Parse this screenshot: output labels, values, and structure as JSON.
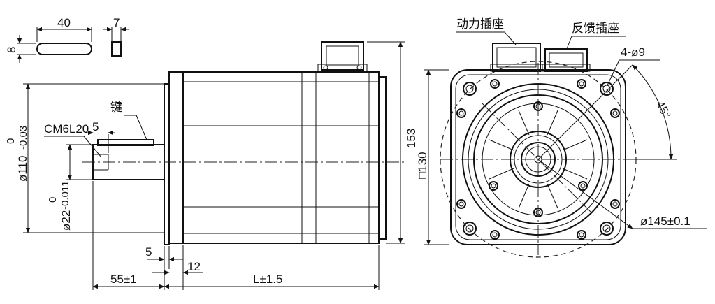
{
  "key_drawing": {
    "length": "40",
    "width": "7",
    "height": "8"
  },
  "side_view": {
    "key_label": "键",
    "thread_label": "CM6L20",
    "thread_depth": "5",
    "flange_dia_main": "ø110",
    "flange_dia_tol_upper": "0",
    "flange_dia_tol_lower": "-0.03",
    "shaft_dia_main": "ø22",
    "shaft_dia_tol_upper": "0",
    "shaft_dia_tol_lower": "-0.011",
    "height": "153",
    "pilot_depth": "5",
    "flange_thickness": "12",
    "shaft_length": "55±1",
    "body_length": "L±1.5"
  },
  "front_view": {
    "power_connector": "动力插座",
    "feedback_connector": "反馈插座",
    "mount_holes": "4-ø9",
    "angle": "45°",
    "square_size": "□130",
    "bolt_circle": "ø145±0.1"
  }
}
